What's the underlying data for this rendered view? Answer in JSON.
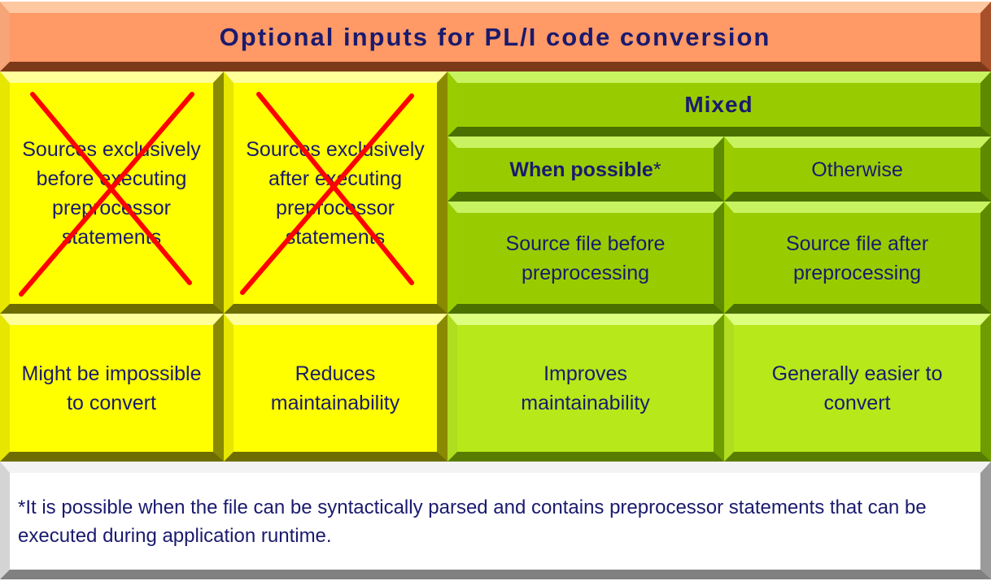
{
  "title": "Optional inputs for PL/I code conversion",
  "columns": {
    "before": {
      "label": "Sources exclusively before executing preprocessor statements",
      "consequence": "Might be impossible to convert"
    },
    "after": {
      "label": "Sources exclusively after executing preprocessor statements",
      "consequence": "Reduces maintainability"
    },
    "mixed": {
      "label": "Mixed",
      "when_possible": {
        "label": "When possible",
        "marker": "*",
        "source": "Source file before preprocessing",
        "consequence": "Improves maintainability"
      },
      "otherwise": {
        "label": "Otherwise",
        "source": "Source file after preprocessing",
        "consequence": "Generally easier to convert"
      }
    }
  },
  "footnote": "*It is possible when the file can be syntactically parsed and contains preprocessor statements that can be executed during application runtime.",
  "colors": {
    "title_bg": "#ff9966",
    "excluded_bg": "#ffff00",
    "mixed_bg": "#99cc00",
    "cross": "#ff0000",
    "text": "#1a1a6e"
  },
  "icons": [
    "cross-out-icon",
    "cross-out-icon"
  ]
}
